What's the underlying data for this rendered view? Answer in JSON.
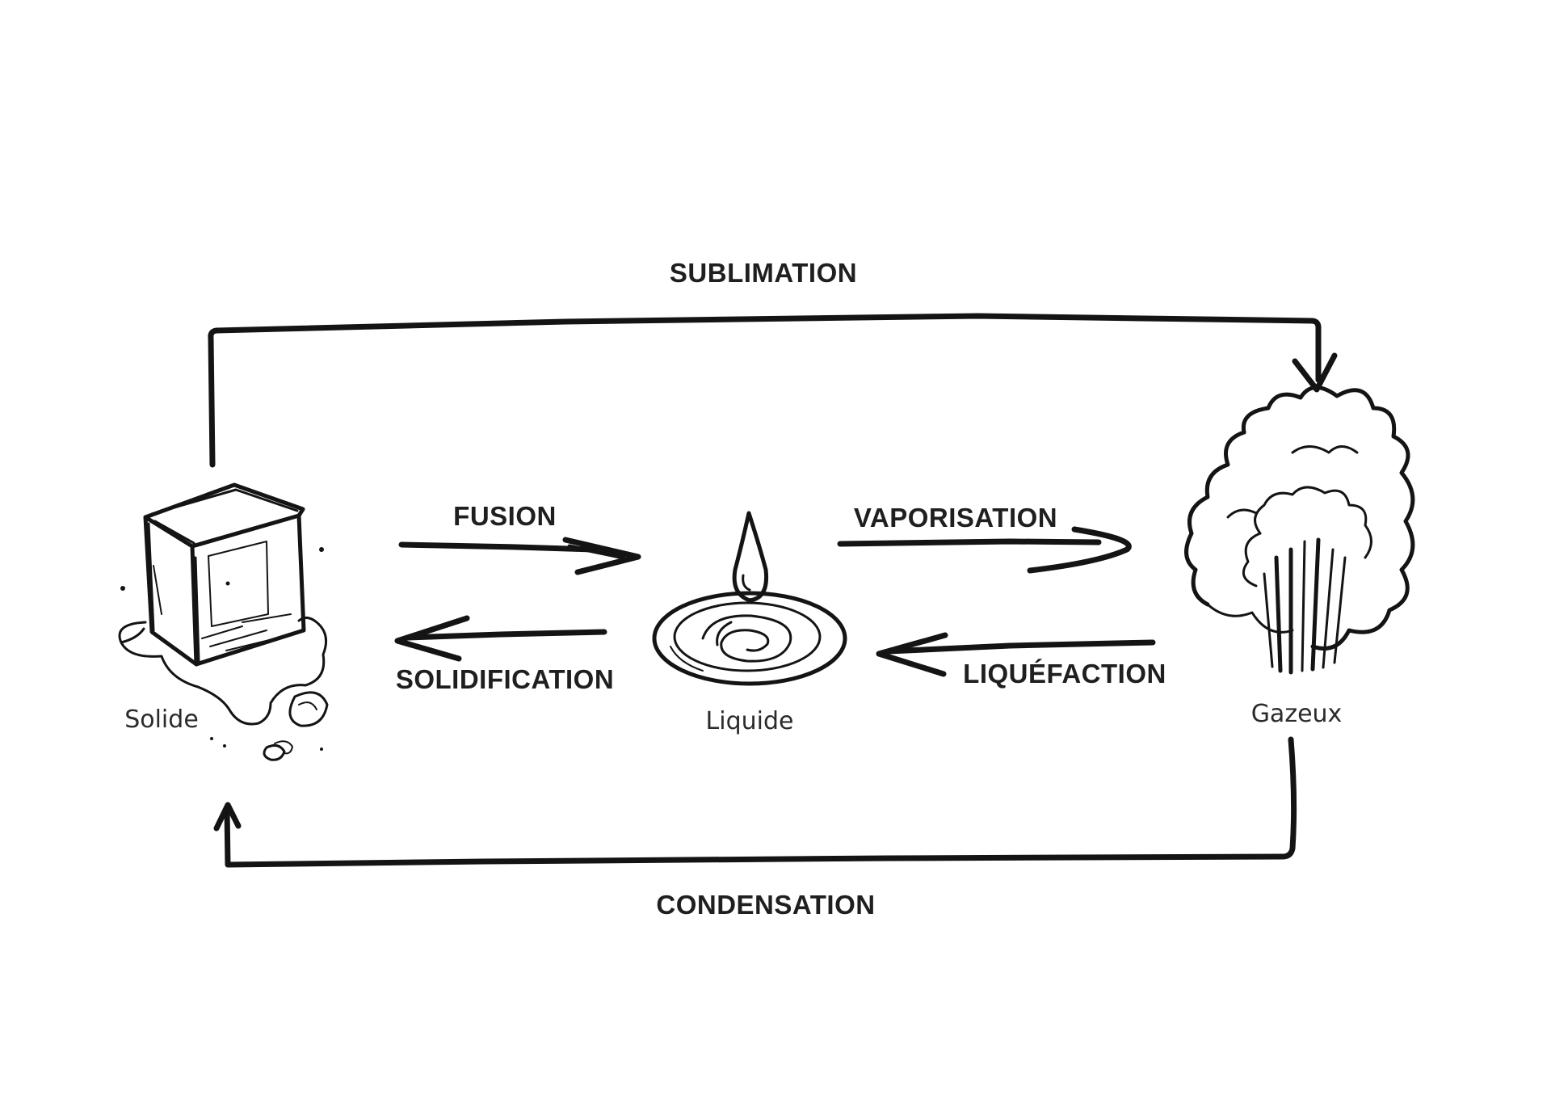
{
  "states": {
    "solid": "Solide",
    "liquid": "Liquide",
    "gas": "Gazeux"
  },
  "processes": {
    "sublimation": "SUBLIMATION",
    "fusion": "FUSION",
    "vaporisation": "VAPORISATION",
    "solidification": "SOLIDIFICATION",
    "liquefaction": "LIQUÉFACTION",
    "condensation": "CONDENSATION"
  },
  "icons": {
    "solid": "ice-cube-icon",
    "liquid": "water-drop-icon",
    "gas": "cloud-icon"
  },
  "colors": {
    "ink": "#141414",
    "text": "#1f1f1f",
    "background": "#ffffff"
  }
}
